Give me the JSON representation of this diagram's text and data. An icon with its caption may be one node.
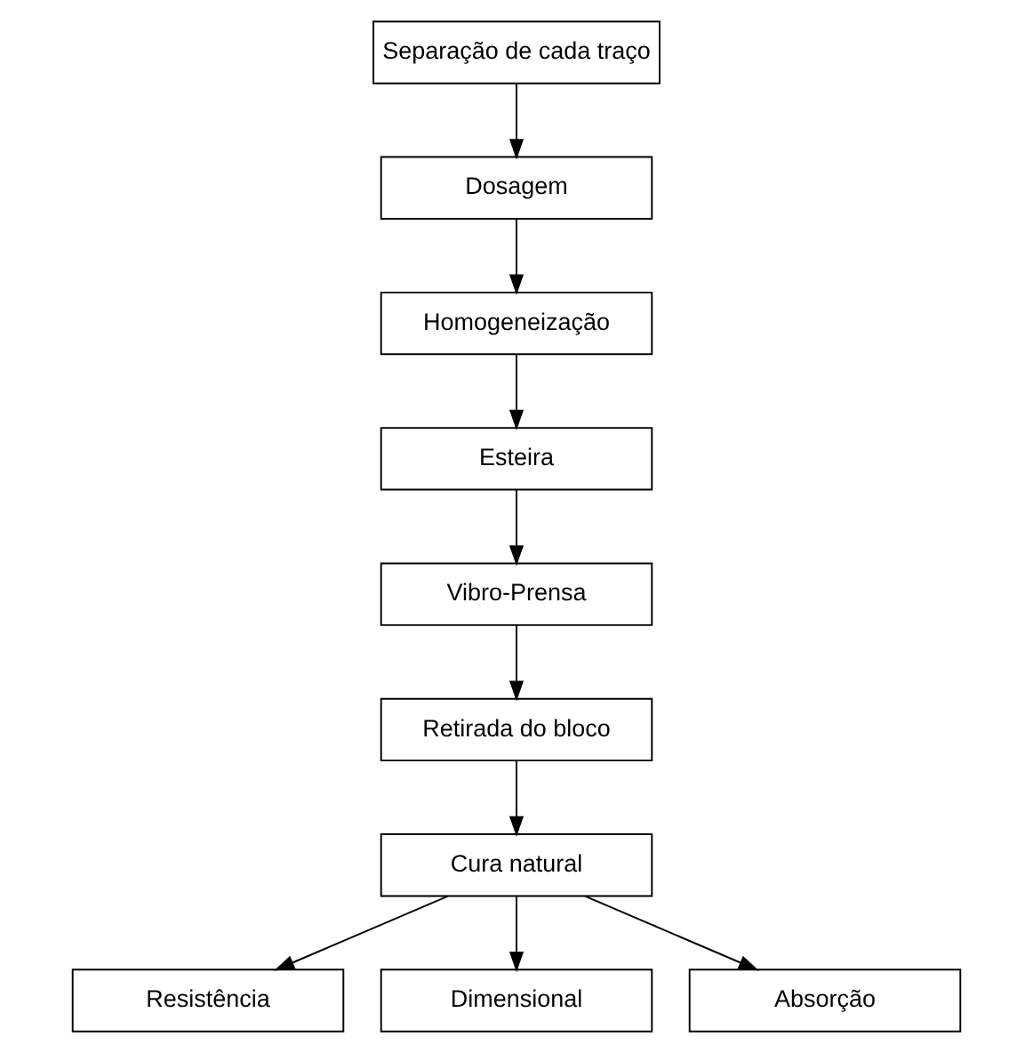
{
  "diagram": {
    "nodes": [
      {
        "text": [
          "Separação de cada traço"
        ]
      },
      {
        "text": [
          "Dosagem"
        ]
      },
      {
        "text": [
          "Homogeneização"
        ]
      },
      {
        "text": [
          "Esteira"
        ]
      },
      {
        "text": [
          "Vibro-Prensa"
        ]
      },
      {
        "text": [
          "Retirada do bloco"
        ]
      },
      {
        "text": [
          "Cura natural"
        ]
      },
      {
        "text": [
          "Resistência"
        ]
      },
      {
        "text": [
          "Dimensional"
        ]
      },
      {
        "text": [
          "Absorção"
        ]
      }
    ],
    "edges": [
      {
        "from": 0,
        "to": 1,
        "arrow": "to"
      },
      {
        "from": 1,
        "to": 2,
        "arrow": "to"
      },
      {
        "from": 2,
        "to": 3,
        "arrow": "to"
      },
      {
        "from": 3,
        "to": 4,
        "arrow": "to"
      },
      {
        "from": 4,
        "to": 5,
        "arrow": "to"
      },
      {
        "from": 5,
        "to": 6,
        "arrow": "to"
      },
      {
        "from": 6,
        "to": 7,
        "arrow": "to"
      },
      {
        "from": 6,
        "to": 8,
        "arrow": "to"
      },
      {
        "from": 6,
        "to": 9,
        "arrow": "to"
      }
    ]
  }
}
